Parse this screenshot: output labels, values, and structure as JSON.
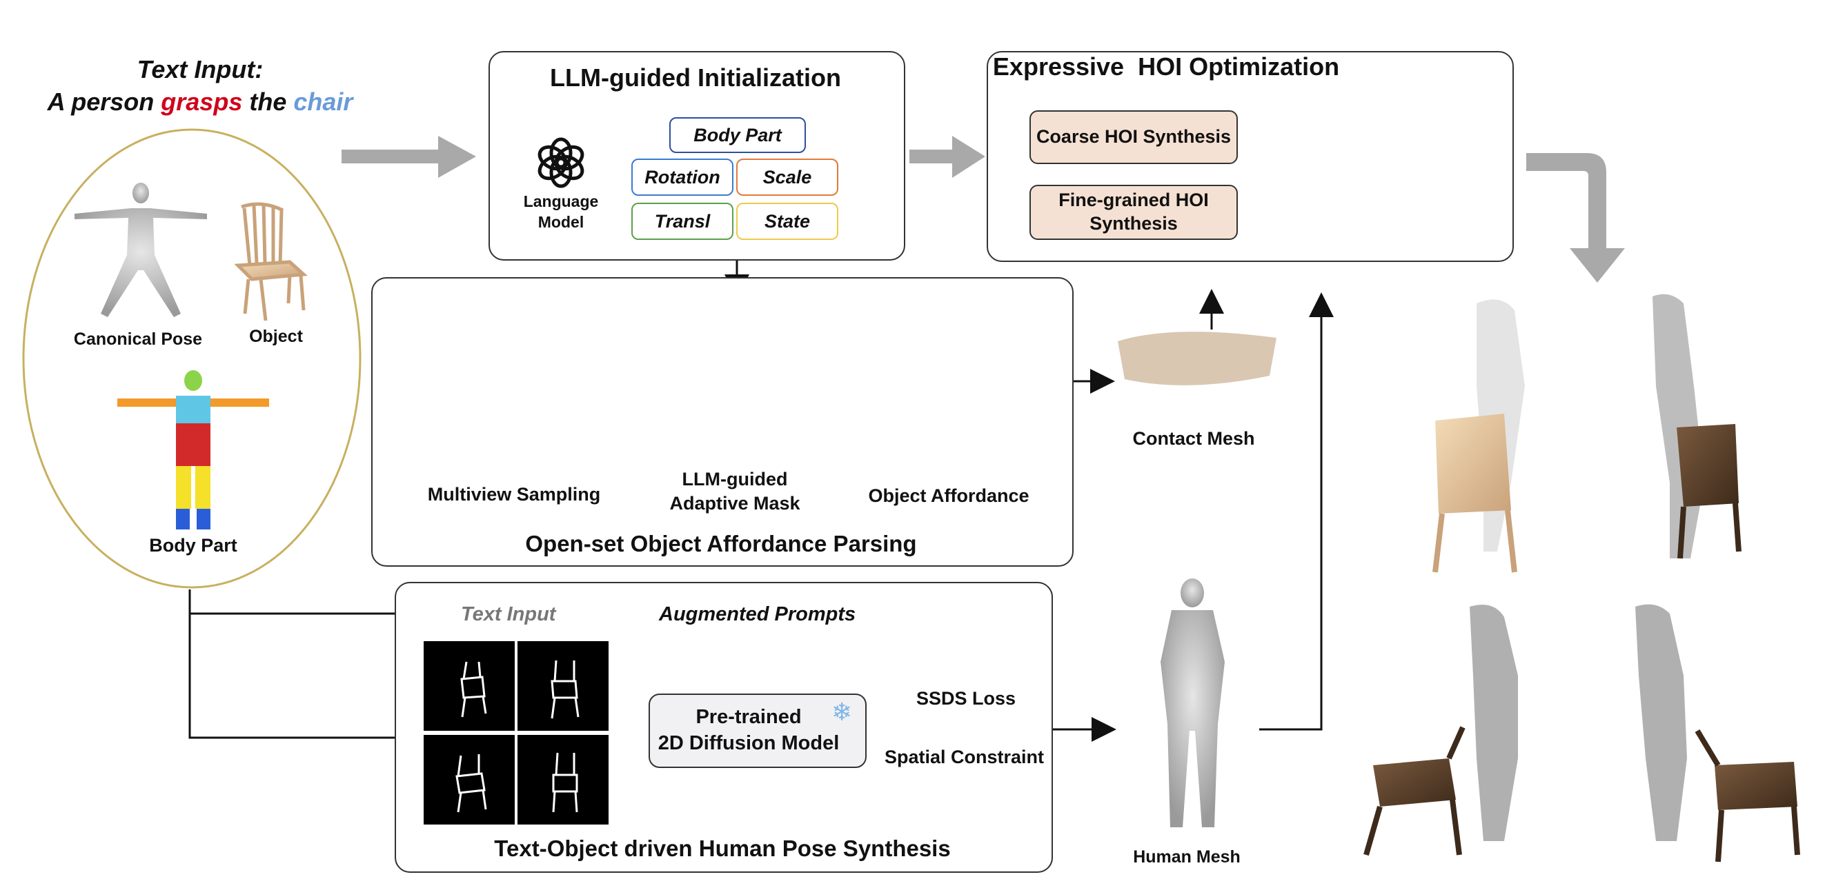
{
  "text_input": {
    "title": "Text Input:",
    "w1": "A person ",
    "verb": "grasps",
    "w2": " the ",
    "object": "chair",
    "verb_color": "#d0021b",
    "object_color": "#6a9bd8"
  },
  "left_panel": {
    "canonical_pose": "Canonical Pose",
    "object": "Object",
    "body_part": "Body Part"
  },
  "llm_init": {
    "title": "LLM-guided Initialization",
    "model_label": "Language\nModel",
    "model_icon": "openai-knot-icon",
    "tags": {
      "body_part": "Body Part",
      "rotation": "Rotation",
      "scale": "Scale",
      "transl": "Transl",
      "state": "State"
    },
    "tag_colors": {
      "body_part": "#2f4e9e",
      "rotation": "#3b7bd0",
      "scale": "#e07a3a",
      "transl": "#5aa14a",
      "state": "#f0c94a"
    }
  },
  "hoi_opt": {
    "title": "Expressive  HOI Optimization",
    "coarse": "Coarse HOI Synthesis",
    "fine": "Fine-grained HOI\nSynthesis"
  },
  "affordance": {
    "title": "Open-set Object Affordance Parsing",
    "multiview": "Multiview Sampling",
    "mask": "LLM-guided\nAdaptive Mask",
    "afford": "Object Affordance"
  },
  "contact_mesh": "Contact Mesh",
  "pose_synth": {
    "title": "Text-Object driven Human Pose Synthesis",
    "text_input": "Text Input",
    "augmented": "Augmented Prompts",
    "diffusion": "Pre-trained\n2D Diffusion Model",
    "snowflake_icon": "snowflake-icon",
    "ssds": "SSDS Loss",
    "spatial": "Spatial Constraint"
  },
  "human_mesh": "Human Mesh"
}
